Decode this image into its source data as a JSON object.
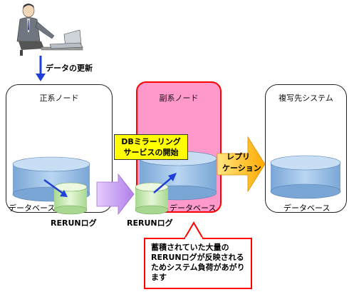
{
  "update_label": "データの更新",
  "nodes": {
    "primary": {
      "title": "正系ノード",
      "db_label": "データベース",
      "log_label": "RERUNログ"
    },
    "secondary": {
      "title": "副系ノード",
      "db_label": "データベース",
      "log_label": "RERUNログ"
    },
    "target": {
      "title": "複写先システム",
      "db_label": "データベース"
    }
  },
  "mirroring_box": {
    "line1": "DBミラーリング",
    "line2": "サービスの開始"
  },
  "replication_arrow": {
    "line1": "レプリ",
    "line2": "ケーション"
  },
  "callout": {
    "line1": "蓄積されていた大量の",
    "line2": "RERUNログが反映される",
    "line3": "ためシステム負荷があがり",
    "line4": "ます"
  },
  "colors": {
    "secondary_fill": "#ff99cc",
    "secondary_border": "#ff0000",
    "callout_border": "#ff0000",
    "db_blue": "#9ec4e8",
    "log_green": "#d6f0c0",
    "arrow_blue": "#1f3fd8",
    "arrow_purple": "#cc99ff",
    "arrow_yellow": "#ffcc00"
  }
}
